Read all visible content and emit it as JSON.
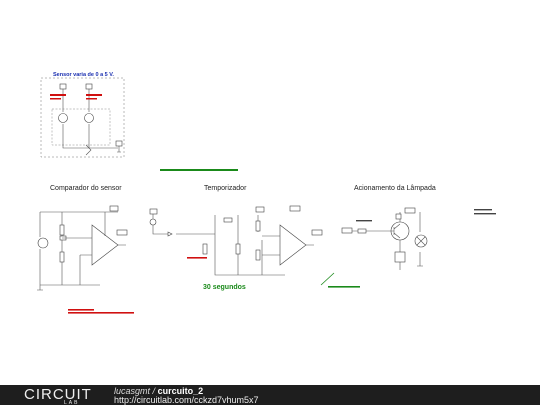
{
  "sections": {
    "sensor": "Sensor varia de 0 a 5 V.",
    "comparator": "Comparador do sensor",
    "timer": "Temporizador",
    "lamp": "Acionamento da Lâmpada"
  },
  "timer_duration": "30 segundos",
  "footer": {
    "logo_main": "CIRCUIT",
    "logo_sub": "LAB",
    "author": "lucasgmt",
    "separator": "/",
    "circuit_name": "curcuito_2",
    "url": "http://circuitlab.com/cckzd7vhum5x7"
  },
  "colors": {
    "sensor_title": "#1a2fb0",
    "note_red": "#d01010",
    "note_green": "#1a8a1a",
    "footer_bg": "#1e1e1e"
  }
}
